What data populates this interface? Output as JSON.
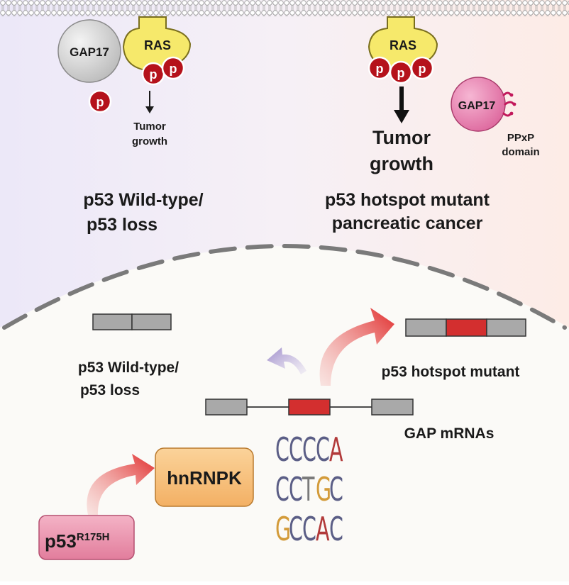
{
  "colors": {
    "membrane": "#c8c8c8",
    "ras_yellow": "#f6e96b",
    "phospho_red": "#b5121b",
    "gap17_grey": "#d9d9d9",
    "gap17_pink": "#e97fb0",
    "ppxp_magenta": "#c2185b",
    "exon_grey": "#a9a9a9",
    "exon_red": "#d32f2f",
    "hnrnpk_orange": "#f7c27d",
    "p53_pink": "#e98aa8",
    "arrow_red": "#e53935",
    "arrow_purple": "#9c8bc9",
    "nucleus_dash": "#7a7a7a"
  },
  "top_left": {
    "gap17": "GAP17",
    "ras": "RAS",
    "phospho": [
      "p",
      "p"
    ],
    "free_phospho": "p",
    "tumor_growth": [
      "Tumor",
      "growth"
    ],
    "condition": [
      "p53 Wild-type/",
      "p53 loss"
    ]
  },
  "top_right": {
    "ras": "RAS",
    "phospho": [
      "p",
      "p",
      "p"
    ],
    "tumor_growth": [
      "Tumor",
      "growth"
    ],
    "gap17": "GAP17",
    "ppxp": [
      "PPxP",
      "domain"
    ],
    "condition": [
      "p53 hotspot mutant",
      "pancreatic cancer"
    ]
  },
  "nucleus": {
    "wt_label": [
      "p53 Wild-type/",
      "p53 loss"
    ],
    "mutant_label": "p53 hotspot mutant",
    "mrna_label": "GAP mRNAs",
    "hnrnpk": "hnRNPK",
    "p53_base": "p53",
    "p53_superscript": "R175H",
    "motifs": [
      [
        {
          "t": "C",
          "c": "#5b5e86"
        },
        {
          "t": "C",
          "c": "#5b5e86"
        },
        {
          "t": "C",
          "c": "#5b5e86"
        },
        {
          "t": "C",
          "c": "#5b5e86"
        },
        {
          "t": "A",
          "c": "#b23a3a"
        }
      ],
      [
        {
          "t": "C",
          "c": "#5b5e86"
        },
        {
          "t": "C",
          "c": "#5b5e86"
        },
        {
          "t": "T",
          "c": "#7a7a7a"
        },
        {
          "t": "G",
          "c": "#d39b3a"
        },
        {
          "t": "C",
          "c": "#5b5e86"
        }
      ],
      [
        {
          "t": "G",
          "c": "#d39b3a"
        },
        {
          "t": "C",
          "c": "#5b5e86"
        },
        {
          "t": "C",
          "c": "#5b5e86"
        },
        {
          "t": "A",
          "c": "#b23a3a"
        },
        {
          "t": "C",
          "c": "#5b5e86"
        }
      ]
    ]
  }
}
